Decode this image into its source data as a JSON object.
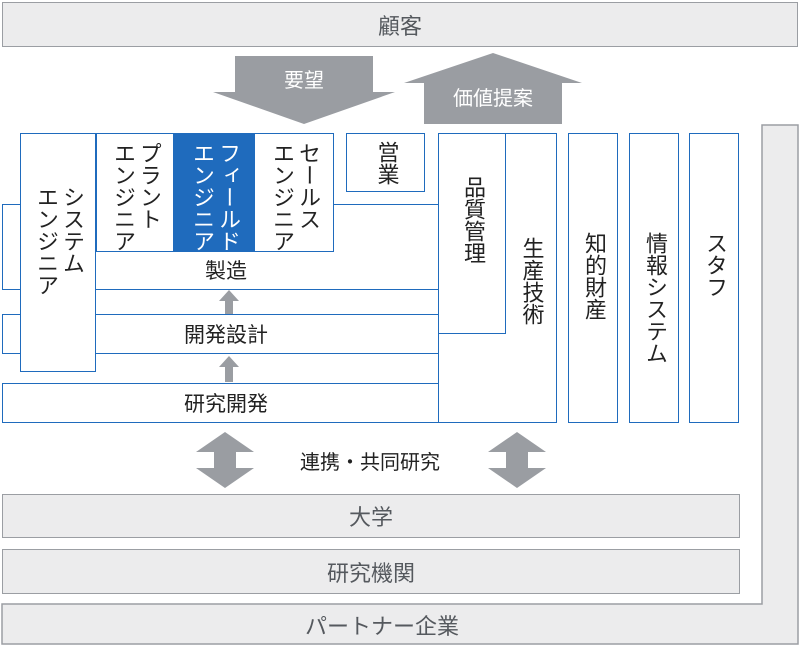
{
  "customer": "顧客",
  "request": "要望",
  "value_proposal": "価値提案",
  "partner": "パートナー企業",
  "university": "大学",
  "research_institute": "研究機関",
  "collaboration": "連携・共同研究",
  "system_engineer": "システム\nエンジニア",
  "plant_engineer": "プラント\nエンジニア",
  "field_engineer": "フィールド\nエンジニア",
  "sales_engineer": "セールス\nエンジニア",
  "eigyo": "営業",
  "manufacturing": "製造",
  "development_design": "開発設計",
  "research_development": "研究開発",
  "quality_control": "品質管理",
  "production_tech": "生産技術",
  "ip": "知的財産",
  "info_system": "情報システム",
  "staff": "スタフ",
  "colors": {
    "blue": "#1f6bbd",
    "gray_fill": "#ececed",
    "gray_border": "#9b9ea3",
    "arrow_gray": "#9a9da2"
  }
}
